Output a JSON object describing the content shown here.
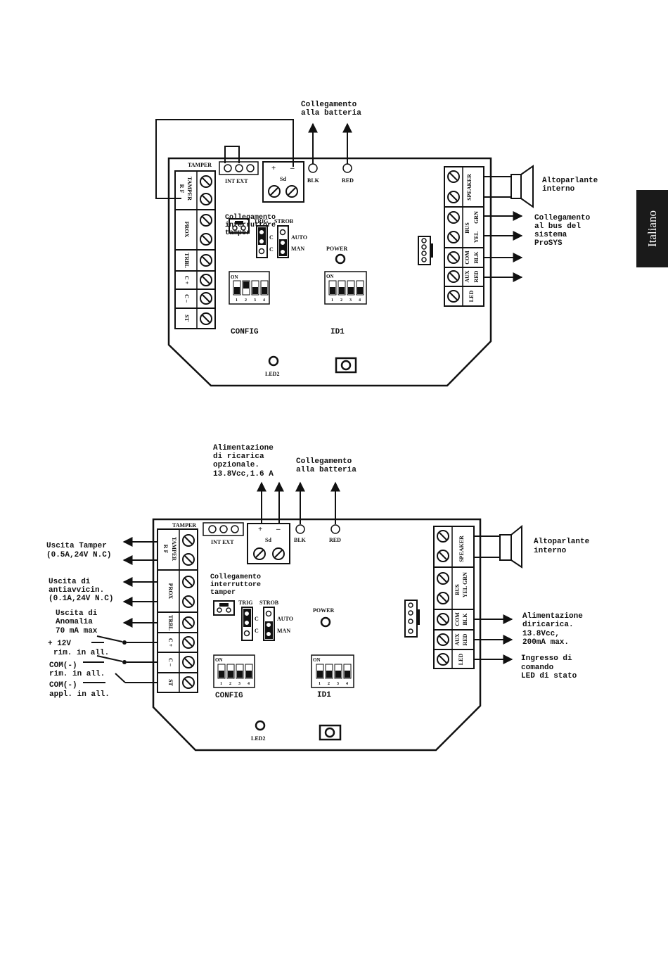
{
  "side_tab": {
    "label": "Italiano"
  },
  "top": {
    "battery_caption": [
      "Collegamento",
      "alla batteria"
    ],
    "tamper_title": "TAMPER",
    "int_ext": "INT EXT",
    "sd": "Sd",
    "plus": "+",
    "minus": "–",
    "blk": "BLK",
    "red": "RED",
    "left_terminals": [
      "TAMPER",
      "PROX",
      "TRBL",
      "C +",
      "C –",
      "ST"
    ],
    "rf_label": "R  F",
    "tamper_switch_caption": [
      "Collegamento",
      "interruttore",
      "tamper"
    ],
    "trig": "TRIG",
    "strob": "STROB",
    "c": "C",
    "auto": "AUTO",
    "man": "MAN",
    "power": "POWER",
    "config": "CONFIG",
    "id1": "ID1",
    "on": "ON",
    "dip_nums": [
      "1",
      "2",
      "3",
      "4"
    ],
    "led2": "LED2",
    "right_terminals": [
      "SPEAKER",
      "BUS",
      "COM",
      "AUX",
      "LED"
    ],
    "wire_colors": [
      "GRN",
      "YEL",
      "BLK",
      "RED"
    ],
    "speaker_caption": [
      "Altoparlante",
      "interno"
    ],
    "bus_caption": [
      "Collegamento",
      "al bus del",
      "sistema",
      "ProSYS"
    ]
  },
  "bottom": {
    "charge_caption": [
      "Alimentazione",
      "di ricarica",
      "opzionale.",
      "13.8Vcc,1.6 A"
    ],
    "battery_caption": [
      "Collegamento",
      "alla batteria"
    ],
    "tamper_title": "TAMPER",
    "int_ext": "INT EXT",
    "sd": "Sd",
    "plus": "+",
    "minus": "–",
    "blk": "BLK",
    "red": "RED",
    "left_terminals": [
      "TAMPER",
      "PROX",
      "TRBL",
      "C +",
      "C –",
      "ST"
    ],
    "rf_label": "R  F",
    "tamper_switch_caption": [
      "Collegamento",
      "interruttore",
      "tamper"
    ],
    "trig": "TRIG",
    "strob": "STROB",
    "c": "C",
    "auto": "AUTO",
    "man": "MAN",
    "power": "POWER",
    "config": "CONFIG",
    "id1": "ID1",
    "on": "ON",
    "dip_nums": [
      "1",
      "2",
      "3",
      "4"
    ],
    "led2": "LED2",
    "right_terminals": [
      "SPEAKER",
      "BUS",
      "COM",
      "AUX",
      "LED"
    ],
    "wire_colors": [
      "YEL",
      "GRN",
      "BLK",
      "RED"
    ],
    "speaker_caption": [
      "Altoparlante",
      "interno"
    ],
    "left_captions": {
      "tamper_out": [
        "Uscita Tamper",
        "(0.5A,24V N.C)"
      ],
      "anti": [
        "Uscita di",
        "antiavvicin.",
        "(0.1A,24V N.C)"
      ],
      "anomaly": [
        "Uscita di",
        "Anomalia",
        "70 mA max"
      ],
      "plus12": [
        "+ 12V",
        "rim. in all."
      ],
      "com_rim": [
        "COM(-)",
        "rim. in all."
      ],
      "com_appl": [
        "COM(-)",
        "appl. in all."
      ]
    },
    "right_captions": {
      "charge": [
        "Alimentazione",
        "diricarica.",
        "13.8Vcc,",
        "200mA max."
      ],
      "led_in": [
        "Ingresso di",
        "comando",
        "LED di stato"
      ]
    }
  }
}
